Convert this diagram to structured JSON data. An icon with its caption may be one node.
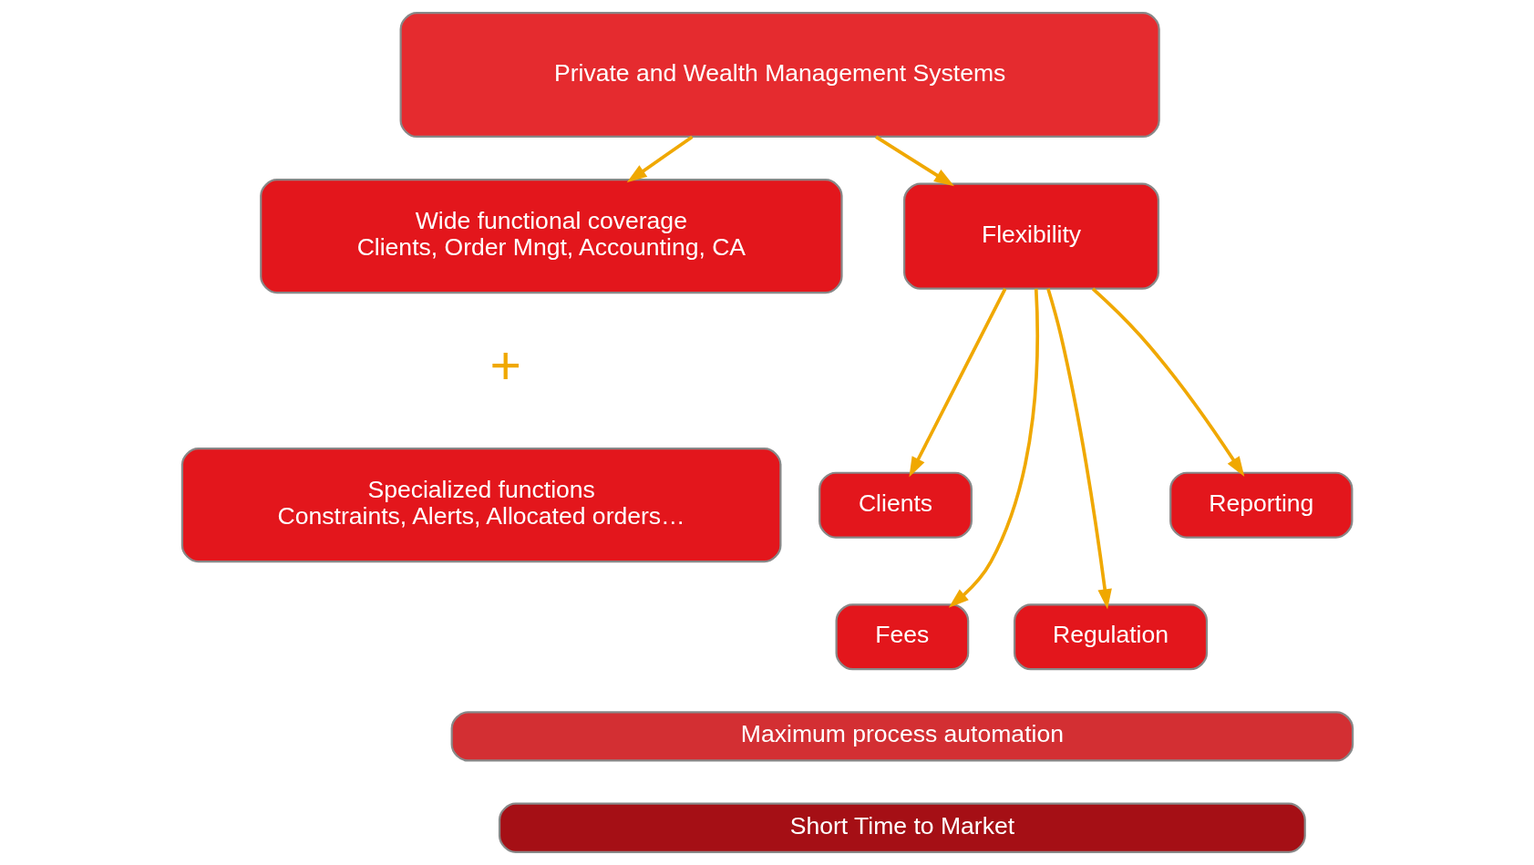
{
  "diagram": {
    "nodes": [
      {
        "text": [
          "Private and Wealth Management Systems"
        ]
      },
      {
        "text": [
          "Wide functional coverage",
          "Clients, Order Mngt, Accounting, CA"
        ]
      },
      {
        "text": [
          "Specialized functions",
          "Constraints, Alerts, Allocated orders…"
        ]
      },
      {
        "text": [
          "Flexibility"
        ]
      },
      {
        "text": [
          "Clients"
        ]
      },
      {
        "text": [
          "Fees"
        ]
      },
      {
        "text": [
          "Regulation"
        ]
      },
      {
        "text": [
          "Reporting"
        ]
      },
      {
        "text": [
          "Maximum process automation"
        ]
      },
      {
        "text": [
          "Short Time to Market"
        ]
      }
    ],
    "edges": [
      {
        "from": 0,
        "to": 1,
        "arrow": "to"
      },
      {
        "from": 0,
        "to": 3,
        "arrow": "to"
      },
      {
        "from": 3,
        "to": 4,
        "arrow": "to"
      },
      {
        "from": 3,
        "to": 5,
        "arrow": "to"
      },
      {
        "from": 3,
        "to": 6,
        "arrow": "to"
      },
      {
        "from": 3,
        "to": 7,
        "arrow": "to"
      }
    ],
    "labels": [
      "+"
    ]
  }
}
